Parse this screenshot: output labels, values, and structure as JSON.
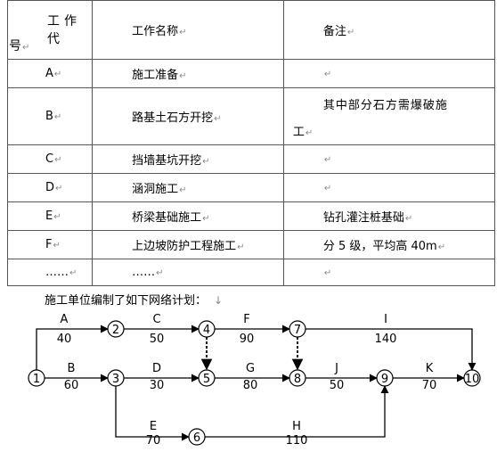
{
  "table": {
    "header": {
      "code_part1": "工作代",
      "code_part2": "号",
      "name": "工作名称",
      "note": "备注"
    },
    "rows": [
      {
        "code": "A",
        "name": "施工准备",
        "note": ""
      },
      {
        "code": "B",
        "name": "路基土石方开挖",
        "note_line1": "其中部分石方需爆破施",
        "note_line2": "工"
      },
      {
        "code": "C",
        "name": "挡墙基坑开挖",
        "note": ""
      },
      {
        "code": "D",
        "name": "涵洞施工",
        "note": ""
      },
      {
        "code": "E",
        "name": "桥梁基础施工",
        "note": "钻孔灌注桩基础"
      },
      {
        "code": "F",
        "name": "上边坡防护工程施工",
        "note": "分 5 级，平均高 40m"
      },
      {
        "code": "……",
        "name": "……",
        "note": ""
      }
    ]
  },
  "caption": "施工单位编制了如下网络计划：",
  "network": {
    "nodes": [
      "①",
      "②",
      "③",
      "④",
      "⑤",
      "⑥",
      "⑦",
      "⑧",
      "⑨",
      "⑩"
    ],
    "activities": [
      {
        "name": "A",
        "duration": "40"
      },
      {
        "name": "B",
        "duration": "60"
      },
      {
        "name": "C",
        "duration": "50"
      },
      {
        "name": "D",
        "duration": "30"
      },
      {
        "name": "E",
        "duration": "70"
      },
      {
        "name": "F",
        "duration": "90"
      },
      {
        "name": "G",
        "duration": "80"
      },
      {
        "name": "H",
        "duration": "110"
      },
      {
        "name": "I",
        "duration": "140"
      },
      {
        "name": "J",
        "duration": "50"
      },
      {
        "name": "K",
        "duration": "70"
      }
    ]
  }
}
